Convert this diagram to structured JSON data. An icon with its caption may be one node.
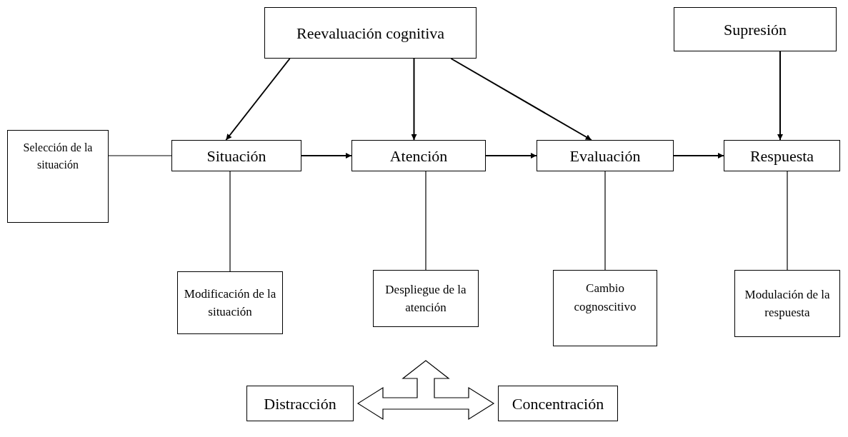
{
  "diagram": {
    "nodes": [
      {
        "text": [
          "Reevaluación cognitiva"
        ]
      },
      {
        "text": [
          "Supresión"
        ]
      },
      {
        "text": [
          "Selección de la situación"
        ]
      },
      {
        "text": [
          "Situación"
        ]
      },
      {
        "text": [
          "Atención"
        ]
      },
      {
        "text": [
          "Evaluación"
        ]
      },
      {
        "text": [
          "Respuesta"
        ]
      },
      {
        "text": [
          "Modificación de la situación"
        ]
      },
      {
        "text": [
          "Despliegue de la atención"
        ]
      },
      {
        "text": [
          "Cambio cognoscitivo"
        ]
      },
      {
        "text": [
          "Modulación de la respuesta"
        ]
      },
      {
        "text": [
          "Distracción"
        ]
      },
      {
        "text": [
          "Concentración"
        ]
      }
    ],
    "edges": [
      {
        "from": 0,
        "to": 3,
        "arrow": "to"
      },
      {
        "from": 0,
        "to": 4,
        "arrow": "to"
      },
      {
        "from": 0,
        "to": 5,
        "arrow": "to"
      },
      {
        "from": 1,
        "to": 6,
        "arrow": "to"
      },
      {
        "from": 2,
        "to": 3,
        "arrow": "none"
      },
      {
        "from": 3,
        "to": 4,
        "arrow": "to"
      },
      {
        "from": 4,
        "to": 5,
        "arrow": "to"
      },
      {
        "from": 5,
        "to": 6,
        "arrow": "to"
      },
      {
        "from": 3,
        "to": 7,
        "arrow": "none"
      },
      {
        "from": 4,
        "to": 8,
        "arrow": "none"
      },
      {
        "from": 5,
        "to": 9,
        "arrow": "none"
      },
      {
        "from": 6,
        "to": 10,
        "arrow": "none"
      },
      {
        "from": 11,
        "to": 12,
        "arrow": "both",
        "style": "thick"
      }
    ]
  }
}
